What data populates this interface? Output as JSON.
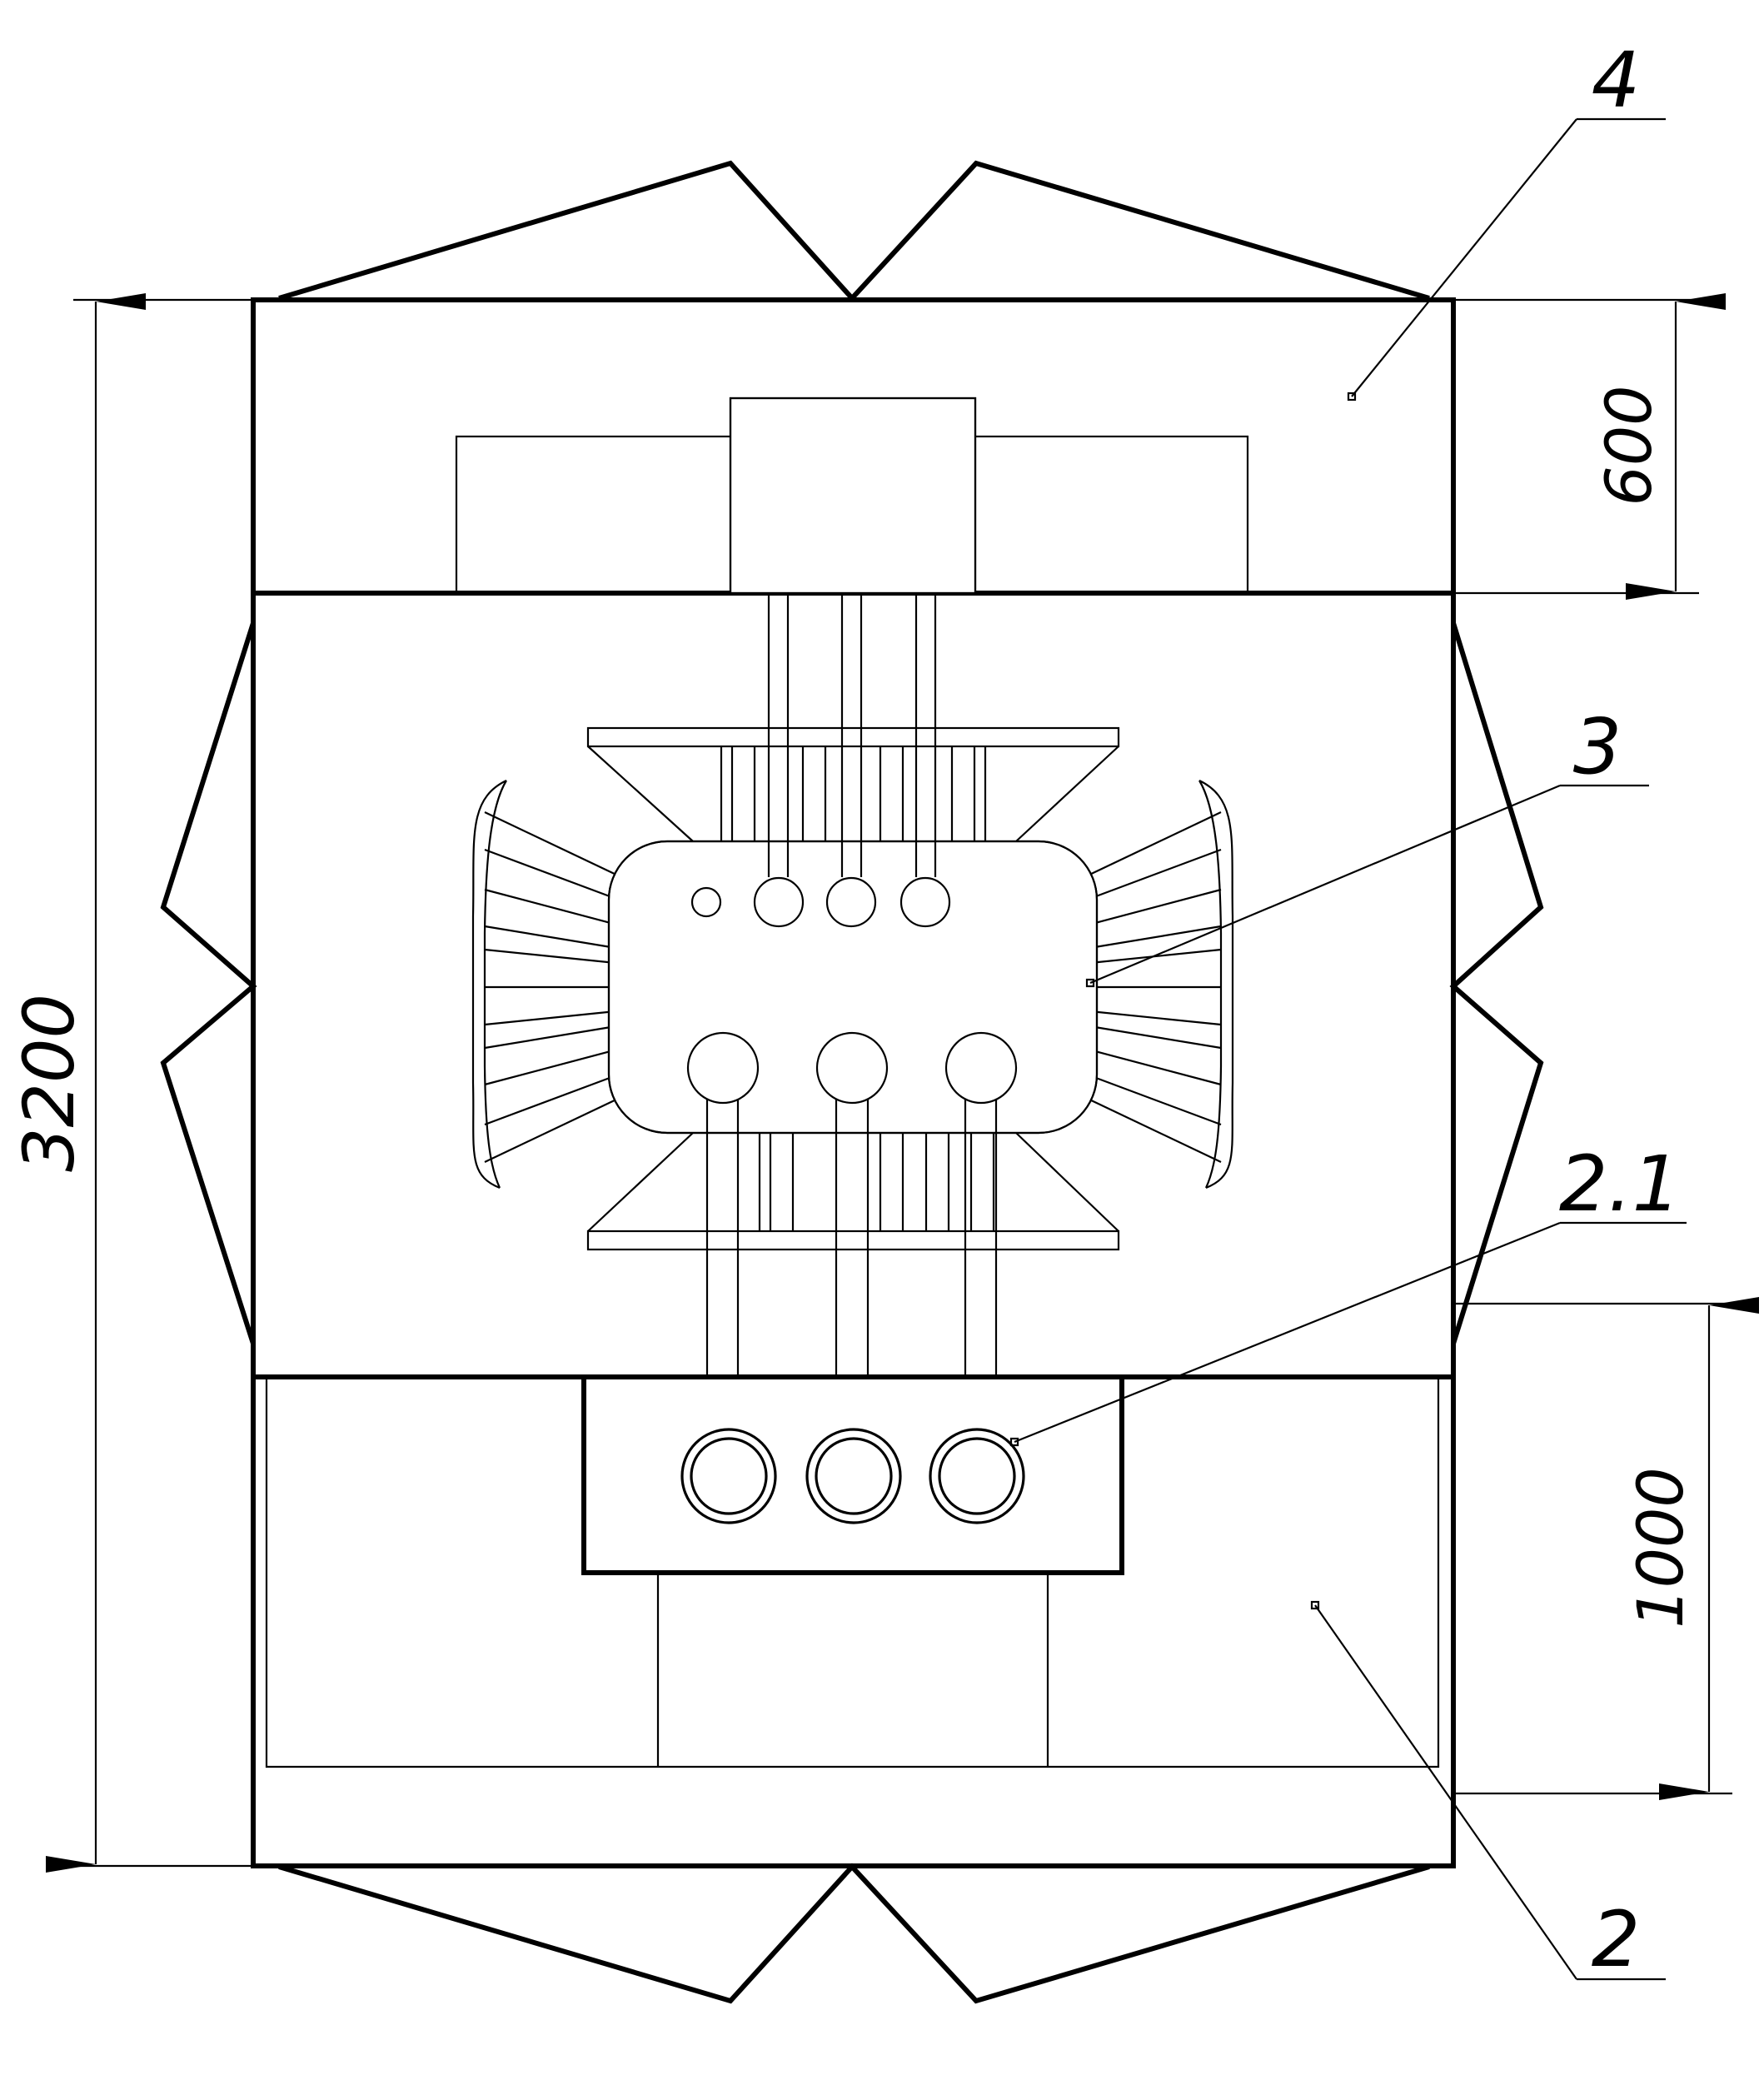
{
  "drawing": {
    "callouts": [
      {
        "id": "4",
        "label": "4"
      },
      {
        "id": "3",
        "label": "3"
      },
      {
        "id": "2.1",
        "label": "2.1"
      },
      {
        "id": "2",
        "label": "2"
      }
    ],
    "dimensions": {
      "overall_height": "3200",
      "top_section_height": "600",
      "bottom_section_height": "1000"
    }
  }
}
